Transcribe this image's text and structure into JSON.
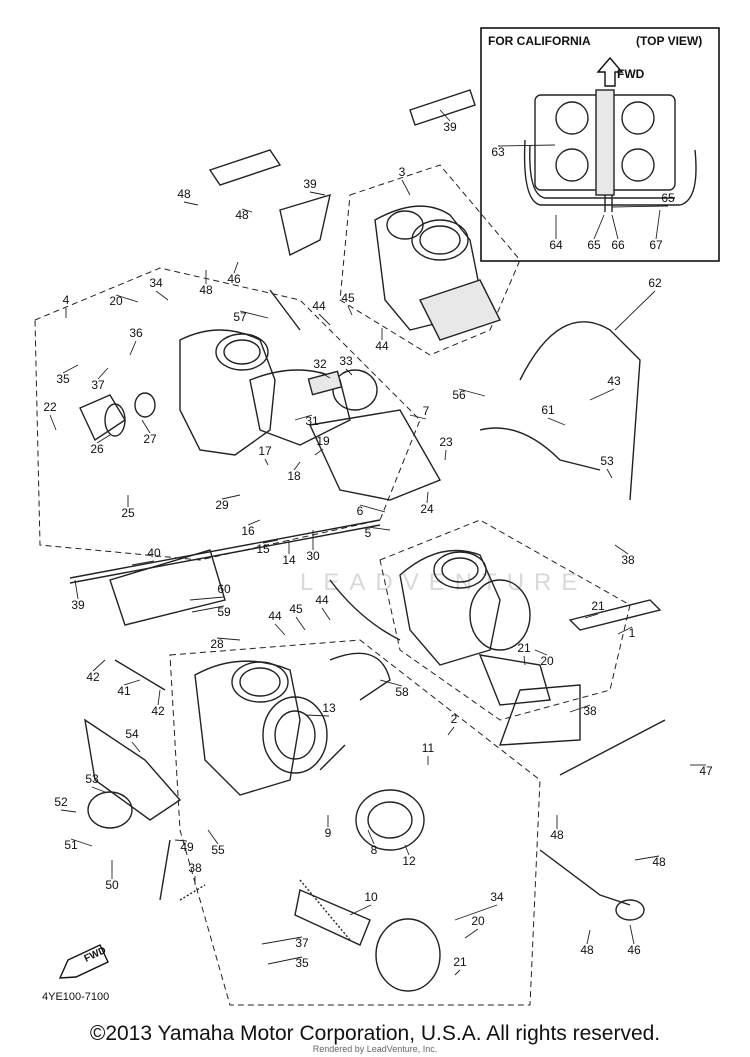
{
  "inset": {
    "title": "FOR CALIFORNIA",
    "view": "(TOP VIEW)",
    "fwd": "FWD"
  },
  "fwd_badge": "FWD",
  "diagram_code": "4YE100-7100",
  "watermark": "LEADVENTURE",
  "footer": "©2013 Yamaha Motor Corporation, U.S.A. All rights reserved.",
  "subfooter": "Rendered by LeadVenture, Inc.",
  "callouts": [
    {
      "id": "c63",
      "text": "63"
    },
    {
      "id": "c65a",
      "text": "65"
    },
    {
      "id": "c64",
      "text": "64"
    },
    {
      "id": "c65b",
      "text": "65"
    },
    {
      "id": "c66",
      "text": "66"
    },
    {
      "id": "c67",
      "text": "67"
    },
    {
      "id": "c39a",
      "text": "39"
    },
    {
      "id": "c3",
      "text": "3"
    },
    {
      "id": "c48a",
      "text": "48"
    },
    {
      "id": "c39b",
      "text": "39"
    },
    {
      "id": "c48b",
      "text": "48"
    },
    {
      "id": "c46a",
      "text": "46"
    },
    {
      "id": "c48c",
      "text": "48"
    },
    {
      "id": "c4",
      "text": "4"
    },
    {
      "id": "c20a",
      "text": "20"
    },
    {
      "id": "c34a",
      "text": "34"
    },
    {
      "id": "c57",
      "text": "57"
    },
    {
      "id": "c44a",
      "text": "44"
    },
    {
      "id": "c45a",
      "text": "45"
    },
    {
      "id": "c44b",
      "text": "44"
    },
    {
      "id": "c62",
      "text": "62"
    },
    {
      "id": "c36",
      "text": "36"
    },
    {
      "id": "c35a",
      "text": "35"
    },
    {
      "id": "c37a",
      "text": "37"
    },
    {
      "id": "c32",
      "text": "32"
    },
    {
      "id": "c33",
      "text": "33"
    },
    {
      "id": "c43",
      "text": "43"
    },
    {
      "id": "c56",
      "text": "56"
    },
    {
      "id": "c22",
      "text": "22"
    },
    {
      "id": "c7",
      "text": "7"
    },
    {
      "id": "c26",
      "text": "26"
    },
    {
      "id": "c27",
      "text": "27"
    },
    {
      "id": "c31",
      "text": "31"
    },
    {
      "id": "c61",
      "text": "61"
    },
    {
      "id": "c19",
      "text": "19"
    },
    {
      "id": "c23",
      "text": "23"
    },
    {
      "id": "c17",
      "text": "17"
    },
    {
      "id": "c18",
      "text": "18"
    },
    {
      "id": "c53a",
      "text": "53"
    },
    {
      "id": "c29",
      "text": "29"
    },
    {
      "id": "c25",
      "text": "25"
    },
    {
      "id": "c6",
      "text": "6"
    },
    {
      "id": "c24",
      "text": "24"
    },
    {
      "id": "c16",
      "text": "16"
    },
    {
      "id": "c5",
      "text": "5"
    },
    {
      "id": "c15",
      "text": "15"
    },
    {
      "id": "c14",
      "text": "14"
    },
    {
      "id": "c30",
      "text": "30"
    },
    {
      "id": "c38a",
      "text": "38"
    },
    {
      "id": "c40",
      "text": "40"
    },
    {
      "id": "c39c",
      "text": "39"
    },
    {
      "id": "c60",
      "text": "60"
    },
    {
      "id": "c59",
      "text": "59"
    },
    {
      "id": "c44c",
      "text": "44"
    },
    {
      "id": "c45b",
      "text": "45"
    },
    {
      "id": "c44d",
      "text": "44"
    },
    {
      "id": "c21a",
      "text": "21"
    },
    {
      "id": "c1",
      "text": "1"
    },
    {
      "id": "c28",
      "text": "28"
    },
    {
      "id": "c21b",
      "text": "21"
    },
    {
      "id": "c20b",
      "text": "20"
    },
    {
      "id": "c42a",
      "text": "42"
    },
    {
      "id": "c41",
      "text": "41"
    },
    {
      "id": "c42b",
      "text": "42"
    },
    {
      "id": "c58",
      "text": "58"
    },
    {
      "id": "c38b",
      "text": "38"
    },
    {
      "id": "c13",
      "text": "13"
    },
    {
      "id": "c2",
      "text": "2"
    },
    {
      "id": "c54",
      "text": "54"
    },
    {
      "id": "c11",
      "text": "11"
    },
    {
      "id": "c47",
      "text": "47"
    },
    {
      "id": "c53b",
      "text": "53"
    },
    {
      "id": "c52",
      "text": "52"
    },
    {
      "id": "c9",
      "text": "9"
    },
    {
      "id": "c8",
      "text": "8"
    },
    {
      "id": "c48d",
      "text": "48"
    },
    {
      "id": "c51",
      "text": "51"
    },
    {
      "id": "c49",
      "text": "49"
    },
    {
      "id": "c55",
      "text": "55"
    },
    {
      "id": "c12",
      "text": "12"
    },
    {
      "id": "c48e",
      "text": "48"
    },
    {
      "id": "c50",
      "text": "50"
    },
    {
      "id": "c38c",
      "text": "38"
    },
    {
      "id": "c10",
      "text": "10"
    },
    {
      "id": "c34b",
      "text": "34"
    },
    {
      "id": "c20c",
      "text": "20"
    },
    {
      "id": "c37b",
      "text": "37"
    },
    {
      "id": "c35b",
      "text": "35"
    },
    {
      "id": "c21c",
      "text": "21"
    },
    {
      "id": "c48f",
      "text": "48"
    },
    {
      "id": "c46b",
      "text": "46"
    }
  ]
}
